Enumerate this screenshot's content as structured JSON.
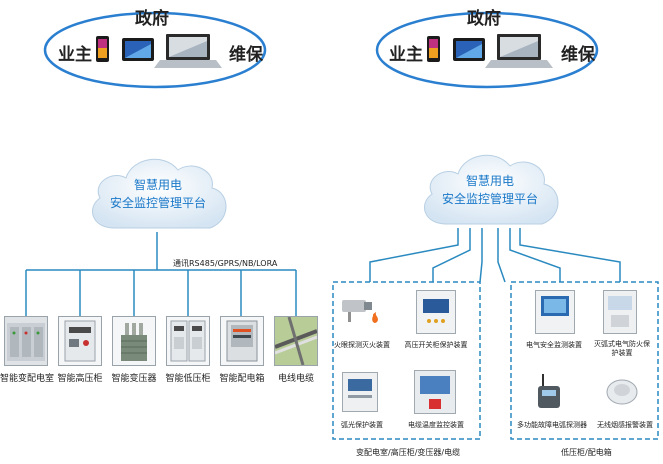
{
  "left": {
    "gov": "政府",
    "owner": "业主",
    "maint": "维保",
    "cloud_line1": "智慧用电",
    "cloud_line2": "安全监控管理平台",
    "bus_label": "通讯RS485/GPRS/NB/LORA",
    "devices": [
      {
        "label": "智能变配电室",
        "icon": "switchgear-icon"
      },
      {
        "label": "智能高压柜",
        "icon": "hv-cabinet-icon"
      },
      {
        "label": "智能变压器",
        "icon": "transformer-icon"
      },
      {
        "label": "智能低压柜",
        "icon": "lv-cabinet-icon"
      },
      {
        "label": "智能配电箱",
        "icon": "distribution-box-icon"
      },
      {
        "label": "电线电缆",
        "icon": "cable-icon"
      }
    ]
  },
  "right": {
    "gov": "政府",
    "owner": "业主",
    "maint": "维保",
    "cloud_line1": "智慧用电",
    "cloud_line2": "安全监控管理平台",
    "group1": {
      "caption": "变配电室/高压柜/变压器/电缆",
      "items": [
        "火眼探测灭火装置",
        "高压开关柜保护装置",
        "弧光保护装置",
        "电缆温度监控装置"
      ]
    },
    "group2": {
      "caption": "低压柜/配电箱",
      "items": [
        "电气安全监测装置",
        "灭弧式电气防火保护装置",
        "多功能故障电弧探测器",
        "无线烟感报警装置"
      ]
    }
  }
}
